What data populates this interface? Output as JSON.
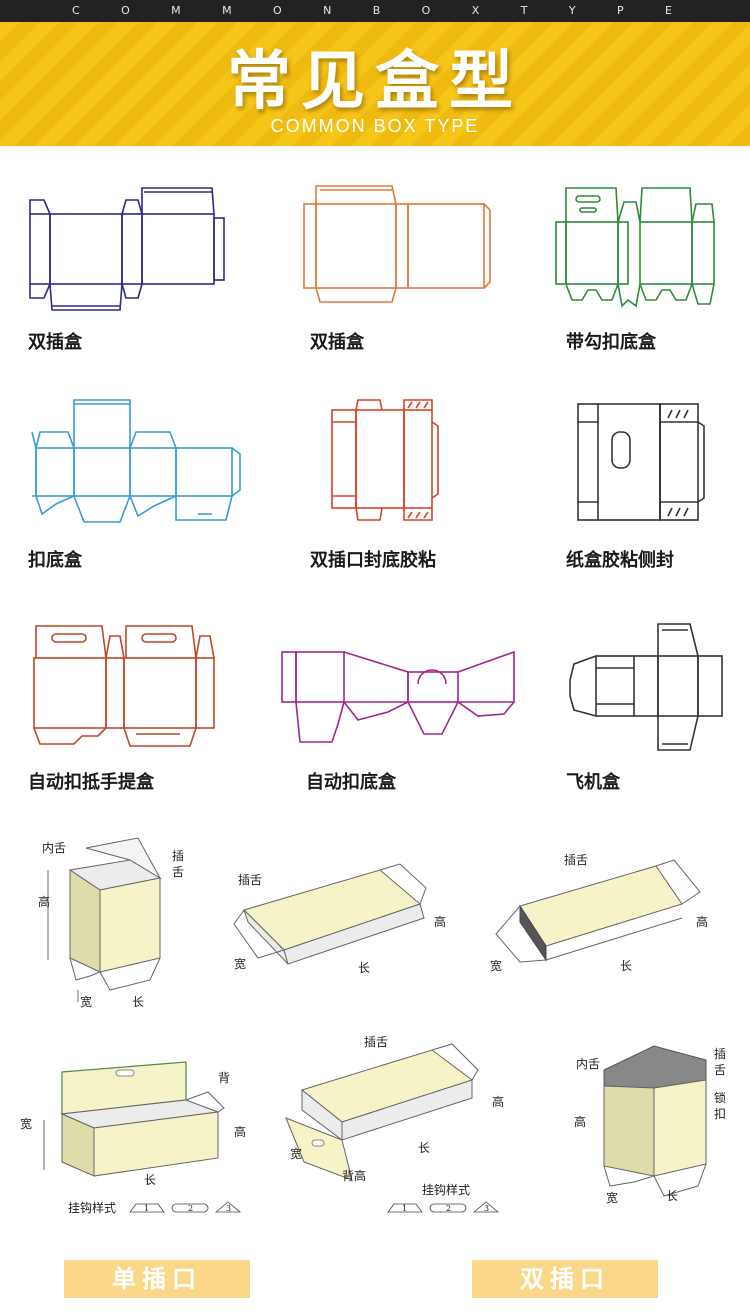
{
  "header": {
    "top_strip_letters": [
      "C",
      "O",
      "M",
      "M",
      "O",
      "N",
      "B",
      "O",
      "X",
      "T",
      "Y",
      "P",
      "E"
    ],
    "title": "常见盒型",
    "subtitle": "COMMON BOX TYPE"
  },
  "boxes": [
    {
      "label": "双插盒",
      "color": "#2b2a8a"
    },
    {
      "label": "双插盒",
      "color": "#e07a3a"
    },
    {
      "label": "带勾扣底盒",
      "color": "#2e8b3a"
    },
    {
      "label": "扣底盒",
      "color": "#3a9ad9"
    },
    {
      "label": "双插口封底胶粘",
      "color": "#d9412a"
    },
    {
      "label": "纸盒胶粘侧封",
      "color": "#333333"
    },
    {
      "label": "自动扣抵手提盒",
      "color": "#c0472b"
    },
    {
      "label": "自动扣底盒",
      "color": "#a0288a"
    },
    {
      "label": "飞机盒",
      "color": "#333333"
    }
  ],
  "diagrams": {
    "d1": {
      "inner_tongue": "内舌",
      "tuck_tongue_1": "插",
      "tuck_tongue_2": "舌",
      "height": "高",
      "width": "宽",
      "length": "长"
    },
    "d2": {
      "tuck_tongue": "插舌",
      "height": "高",
      "width": "宽",
      "length": "长"
    },
    "d3": {
      "tuck_tongue": "插舌",
      "height": "高",
      "width": "宽",
      "length": "长"
    },
    "d4": {
      "back": "背",
      "width": "宽",
      "height": "高",
      "length": "长",
      "hook_style": "挂钩样式",
      "hook_1": "1",
      "hook_2": "2",
      "hook_3": "3"
    },
    "d5": {
      "tuck_tongue": "插舌",
      "height": "高",
      "width": "宽",
      "length": "长",
      "back_height": "背高",
      "hook_style": "挂钩样式",
      "hook_1": "1",
      "hook_2": "2",
      "hook_3": "3"
    },
    "d6": {
      "inner_tongue": "内舌",
      "tuck_tongue_1": "插",
      "tuck_tongue_2": "舌",
      "lock_1": "锁",
      "lock_2": "扣",
      "height": "高",
      "width": "宽",
      "length": "长"
    }
  },
  "buttons": {
    "single": "单插口",
    "double": "双插口"
  }
}
